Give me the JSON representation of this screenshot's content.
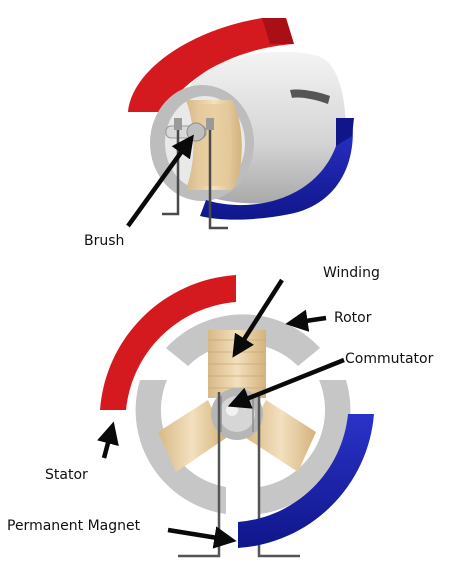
{
  "labels": {
    "brush": "Brush",
    "winding": "Winding",
    "rotor": "Rotor",
    "commutator": "Commutator",
    "stator": "Stator",
    "permanent_magnet": "Permanent Magnet"
  },
  "colors": {
    "magnet_red": "#d51a1f",
    "magnet_blue": "#1a22b3",
    "rotor_gray": "#c6c6c6",
    "winding_copper": "#e7cfa4",
    "arrow": "#0a0a0a"
  }
}
